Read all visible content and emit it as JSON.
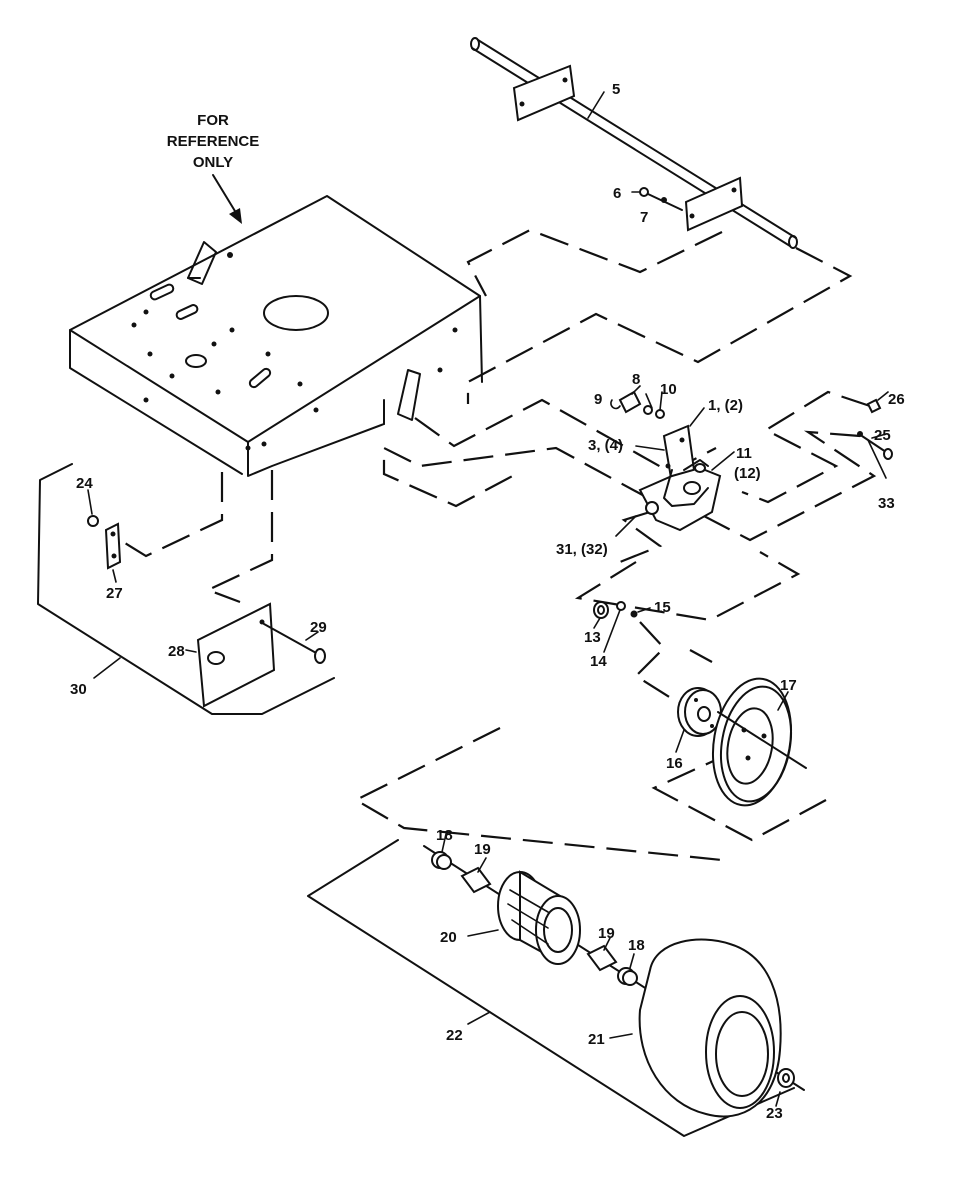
{
  "reference_note": [
    "FOR",
    "REFERENCE",
    "ONLY"
  ],
  "callouts": {
    "c1": "1, (2)",
    "c3": "3, (4)",
    "c5": "5",
    "c6": "6",
    "c7": "7",
    "c8": "8",
    "c9": "9",
    "c10": "10",
    "c11": "11",
    "c12": "(12)",
    "c13": "13",
    "c14": "14",
    "c15": "15",
    "c16": "16",
    "c17": "17",
    "c18a": "18",
    "c18b": "18",
    "c19a": "19",
    "c19b": "19",
    "c20": "20",
    "c21": "21",
    "c22": "22",
    "c23": "23",
    "c24": "24",
    "c25": "25",
    "c26": "26",
    "c27": "27",
    "c28": "28",
    "c29": "29",
    "c30": "30",
    "c31": "31, (32)",
    "c33": "33"
  }
}
